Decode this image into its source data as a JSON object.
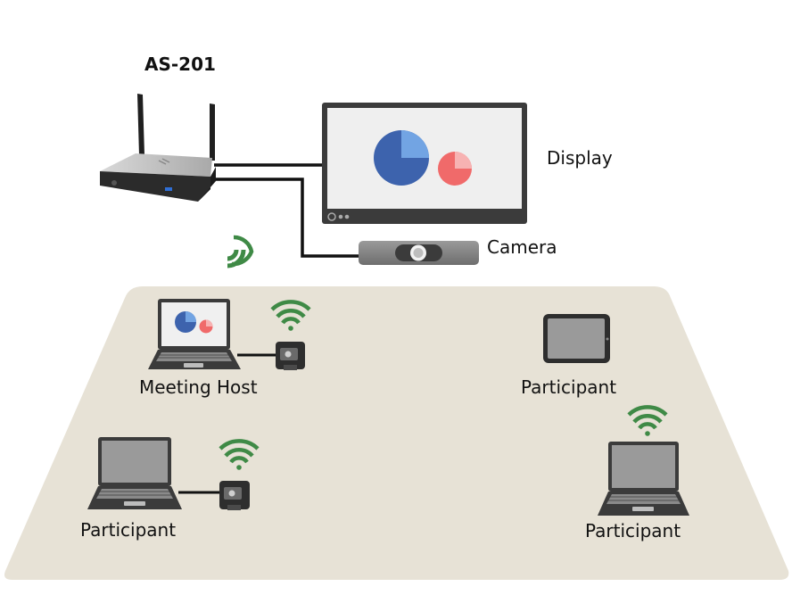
{
  "labels": {
    "hub": "AS-201",
    "display": "Display",
    "camera": "Camera",
    "meeting_host": "Meeting Host",
    "participant_tablet": "Participant",
    "participant_left": "Participant",
    "participant_right": "Participant"
  },
  "icons": {
    "hub": "router-icon",
    "display": "monitor-icon",
    "camera": "webcam-icon",
    "laptop": "laptop-icon",
    "tablet": "tablet-icon",
    "dongle": "usb-dongle-icon",
    "wifi": "wifi-icon"
  },
  "colors": {
    "floor": "#e7e2d6",
    "wifi": "#3f8a46",
    "pie_blue": "#3d63ad",
    "pie_blue_light": "#72a4e3",
    "pie_red": "#f06a6a",
    "pie_red_light": "#f7b2b2",
    "device_dark": "#3b3b3b",
    "screen_gray": "#9a9a9a"
  }
}
